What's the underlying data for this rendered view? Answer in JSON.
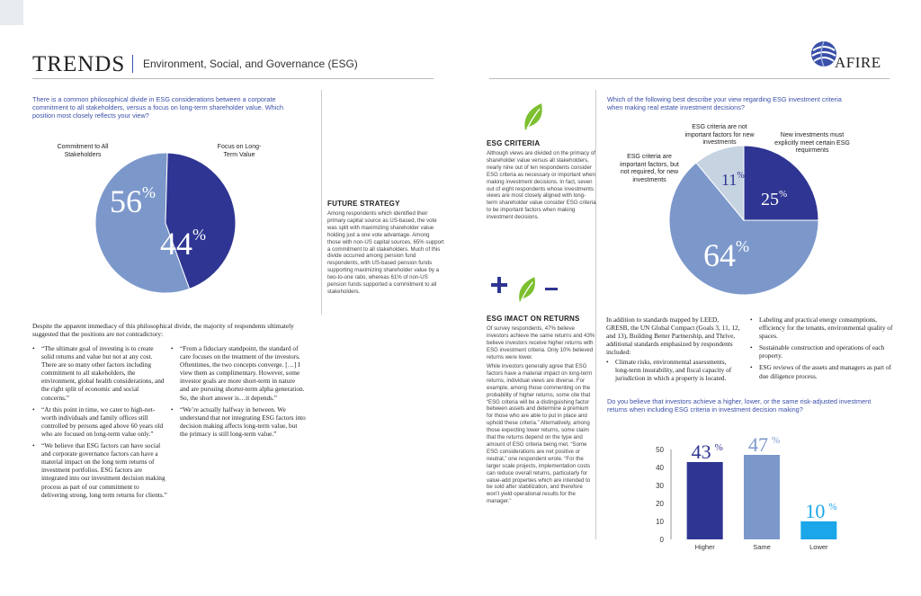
{
  "header": {
    "title": "TRENDS",
    "subtitle": "Environment, Social, and Governance (ESG)",
    "logo_text": "AFIRE"
  },
  "left": {
    "question": "There is a common philosophical divide in ESG considerations between a corporate commitment to all stakeholders, versus a focus on long-term shareholder value. Which position most closely reflects your view?",
    "pie_label_a": "Commitment to All Stakeholders",
    "pie_label_b": "Focus on Long-Term Value",
    "pie_pct_a": "56",
    "pie_pct_b": "44",
    "pct_sign": "%",
    "intro": "Despite the apparent immediacy of this philosophical divide, the majority of respondents ultimately suggested that the positions are not contradictory:",
    "quotes_col1": [
      "“The ultimate goal of investing is to create solid returns and value but not at any cost. There are so many other factors including commitment to all stakeholders, the environment, global health considerations, and the right split of economic and social concerns.”",
      "“At this point in time, we cater to high-net-worth individuals and family offices still controlled by persons aged above 60 years old who are focused on long-term value only.”",
      "“We believe that ESG factors can have social and corporate governance factors can have a material impact on the long term returns of investment portfolios. ESG factors are integrated into our investment decision making process as part of our commitment to delivering strong, long term returns for clients.”"
    ],
    "quotes_col2": [
      "“From a fiduciary standpoint, the standard of care focuses on the treatment of the investors. Oftentimes, the two concepts converge. […] I view them as complimentary. However, some investor goals are more short-term in nature and are pursuing shorter-term alpha generation. So, the short answer is…it depends.”",
      "“We’re actually halfway in between. We understand that not integrating ESG factors into decision making affects long-term value, but the primacy is still long-term value.”"
    ]
  },
  "middle": {
    "future_heading": "FUTURE STRATEGY",
    "future_text": "Among respondents which identified their primary capital source as US-based, the vote was split with maximizing shareholder value holding just a one vote advantage. Among those with non-US capital sources, 65% support a commitment to all stakeholders. Much of this divide occurred among pension fund respondents, with US-based pension funds supporting maximizing shareholder value by a two-to-one ratio, whereas 61% of non-US pension funds supported a commitment to all stakeholders.",
    "esg_heading": "ESG CRITERIA",
    "esg_text": "Although views are divided on the primacy of shareholder value versus all stakeholders, nearly nine out of ten respondents consider ESG criteria as necessary or important when making investment decisions. In fact, seven out of eight respondents whose investments views are most closely aligned with long-term shareholder value consider ESG criteria to be important factors when making investment decisions.",
    "plus_minus": "+ −",
    "returns_heading": "ESG IMACT ON RETURNS",
    "returns_text1": "Of survey respondents, 47% believe investors achieve the same returns and 43% believe investors receive higher returns with ESG investment criteria. Only 10% believed returns were lower.",
    "returns_text2": "While investors generally agree that ESG factors have a material impact on long-term returns, individual views are diverse. For example, among those commenting on the probability of higher returns, some cite that “ESG criteria will be a distinguishing factor between assets and determine a premium for those who are able to put in place and uphold these criteria.” Alternatively, among those expecting lower returns, some claim that the returns depend on the type and amount of ESG criteria being met. “Some ESG considerations are net positive or neutral,” one respondent wrote. “For the larger scale projects, implementation costs can reduce overall returns, particularly for value-add properties which are intended to be sold after stabilization, and therefore won’t yield operational results for the manager.”"
  },
  "right": {
    "question": "Which of the following best describe your view regarding ESG investment criteria when making real estate investment decisions?",
    "pie_label_a": "ESG criteria are important factors, but not required, for new investments",
    "pie_label_b": "ESG criteria are not important factors for new investments",
    "pie_label_c": "New investments must explicitly meet certain ESG requirments",
    "pie_pct_a": "64",
    "pie_pct_b": "11",
    "pie_pct_c": "25",
    "standards_text": "In addition to standards mapped by LEED, GRESB, the UN Global Compact (Goals 3, 11, 12, and 13), Building Better Partnership, and Thrive, additional standards emphasized by respondents included:",
    "standards_bullets_a": [
      "Climate risks, environmental assessments, long-term insurability, and fiscal capacity of jurisdiction in which a property is located."
    ],
    "standards_bullets_b": [
      "Labeling and practical energy consumptions, efficiency for the tenants, environmental quality of spaces.",
      "Sustainable construction and operations of each property.",
      "ESG reviews of the assets and managers as part of due diligence process."
    ],
    "bar_question": "Do you believe that investors achieve a higher, lower, or the same risk-adjusted investment returns when including ESG criteria in investment decision making?"
  },
  "chart_data": [
    {
      "type": "pie",
      "categories": [
        "Commitment to All Stakeholders",
        "Focus on Long-Term Value"
      ],
      "values": [
        56,
        44
      ],
      "colors": [
        "#7c98cb",
        "#2e3592"
      ]
    },
    {
      "type": "pie",
      "categories": [
        "ESG criteria are important factors, but not required, for new investments",
        "ESG criteria are not important factors for new investments",
        "New investments must explicitly meet certain ESG requirments"
      ],
      "values": [
        64,
        11,
        25
      ],
      "colors": [
        "#7c98cb",
        "#c6d3e1",
        "#2e3592"
      ]
    },
    {
      "type": "bar",
      "categories": [
        "Higher",
        "Same",
        "Lower"
      ],
      "values": [
        43,
        47,
        10
      ],
      "value_labels": [
        "43",
        "47",
        "10"
      ],
      "yticks": [
        "0",
        "10",
        "20",
        "30",
        "40",
        "50"
      ],
      "ylim": [
        0,
        55
      ],
      "colors": [
        "#2e3592",
        "#7c98cb",
        "#1aa6e8"
      ]
    }
  ],
  "colors": {
    "accent_blue": "#3a4fa8",
    "dark_navy": "#2e3592",
    "mid_blue": "#7c98cb",
    "light_blue": "#c6d3e1",
    "bright_blue": "#1aa6e8",
    "leaf_green": "#7cbf2f"
  },
  "icons": [
    "leaf-icon",
    "plus-icon",
    "minus-icon",
    "globe-logo-icon"
  ]
}
